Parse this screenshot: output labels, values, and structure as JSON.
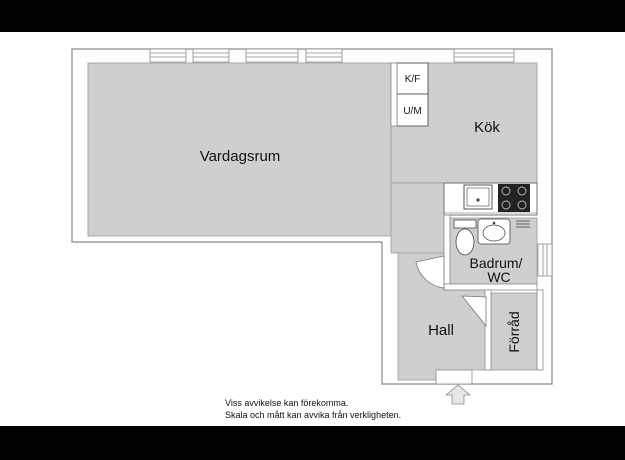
{
  "rooms": {
    "living": "Vardagsrum",
    "kitchen": "Kök",
    "bath_line1": "Badrum/",
    "bath_line2": "WC",
    "hall": "Hall",
    "storage": "Förråd"
  },
  "appliances": {
    "fridge_freezer": "K/F",
    "microwave": "U/M"
  },
  "notes": {
    "line1": "Viss avvikelse kan förekomma.",
    "line2": "Skala och mått kan avvika från verkligheten."
  },
  "colors": {
    "floor": "#cfcfcf",
    "wall": "#ffffff",
    "outline": "#8a8a8a",
    "background_band": "#000000"
  }
}
